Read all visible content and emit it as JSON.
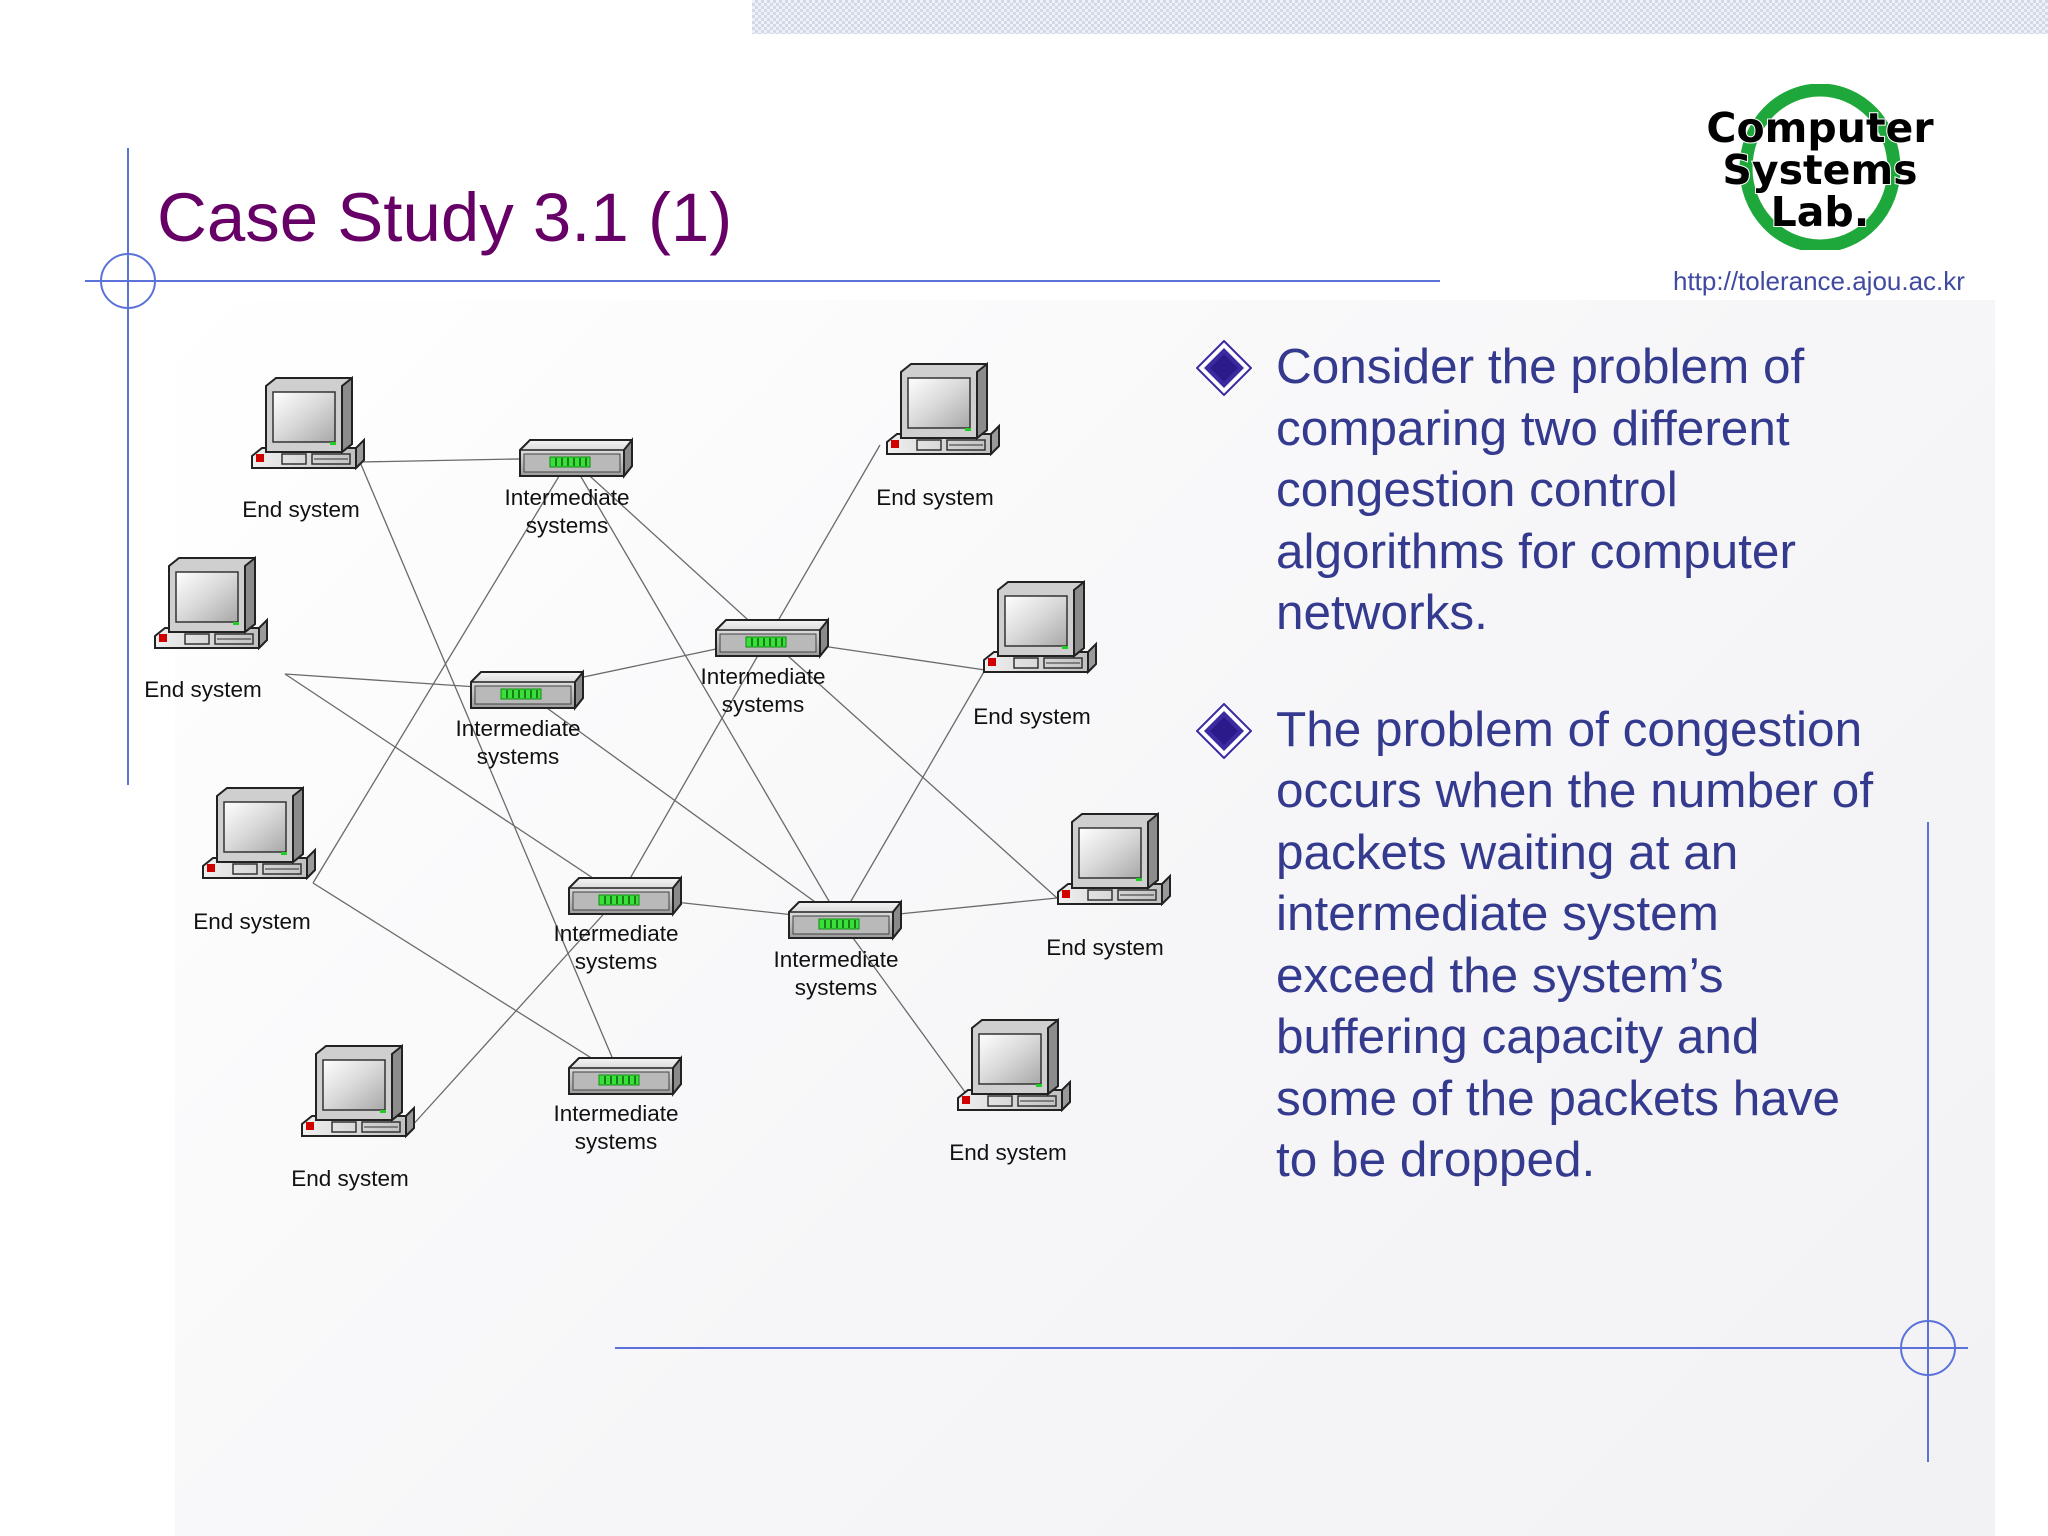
{
  "slide": {
    "title": "Case Study 3.1 (1)",
    "url": "http://tolerance.ajou.ac.kr",
    "logo": {
      "lines": [
        "Computer",
        "Systems",
        "Lab."
      ],
      "ring_color": "#1ea83c"
    }
  },
  "colors": {
    "title": "#660066",
    "body_text": "#343a8e",
    "url": "#3f4aa0",
    "rule": "#5b72d8",
    "bullet": "#3a2ba0"
  },
  "diagram": {
    "nodes": [
      {
        "id": "es1",
        "type": "end-system",
        "label": [
          "End system"
        ]
      },
      {
        "id": "es2",
        "type": "end-system",
        "label": [
          "End system"
        ]
      },
      {
        "id": "es3",
        "type": "end-system",
        "label": [
          "End system"
        ]
      },
      {
        "id": "es4",
        "type": "end-system",
        "label": [
          "End system"
        ]
      },
      {
        "id": "es5",
        "type": "end-system",
        "label": [
          "End system"
        ]
      },
      {
        "id": "es6",
        "type": "end-system",
        "label": [
          "End system"
        ]
      },
      {
        "id": "es7",
        "type": "end-system",
        "label": [
          "End system"
        ]
      },
      {
        "id": "es8",
        "type": "end-system",
        "label": [
          "End system"
        ]
      },
      {
        "id": "is1",
        "type": "intermediate-system",
        "label": [
          "Intermediate",
          "systems"
        ]
      },
      {
        "id": "is2",
        "type": "intermediate-system",
        "label": [
          "Intermediate",
          "systems"
        ]
      },
      {
        "id": "is3",
        "type": "intermediate-system",
        "label": [
          "Intermediate",
          "systems"
        ]
      },
      {
        "id": "is4",
        "type": "intermediate-system",
        "label": [
          "Intermediate",
          "systems"
        ]
      },
      {
        "id": "is5",
        "type": "intermediate-system",
        "label": [
          "Intermediate",
          "systems"
        ]
      },
      {
        "id": "is6",
        "type": "intermediate-system",
        "label": [
          "Intermediate",
          "systems"
        ]
      }
    ],
    "links": [
      [
        "es1",
        "is1"
      ],
      [
        "es1",
        "is6"
      ],
      [
        "es2",
        "is2"
      ],
      [
        "es2",
        "is4"
      ],
      [
        "es3",
        "is1"
      ],
      [
        "es3",
        "is6"
      ],
      [
        "es4",
        "is4"
      ],
      [
        "is1",
        "is3"
      ],
      [
        "is1",
        "is5"
      ],
      [
        "is2",
        "is3"
      ],
      [
        "is2",
        "is5"
      ],
      [
        "is3",
        "es5"
      ],
      [
        "is3",
        "es6"
      ],
      [
        "is3",
        "es7"
      ],
      [
        "is3",
        "is4"
      ],
      [
        "is4",
        "is5"
      ],
      [
        "is5",
        "es6"
      ],
      [
        "is5",
        "es7"
      ],
      [
        "is5",
        "es8"
      ]
    ]
  },
  "bullets": [
    {
      "lines": [
        "Consider the problem of",
        "comparing two different",
        "congestion control",
        "algorithms for computer",
        "networks."
      ]
    },
    {
      "lines": [
        "The problem of congestion",
        "occurs when the number of",
        "packets waiting at an",
        "intermediate system",
        "exceed the system’s",
        "buffering capacity and",
        "some of the packets have",
        "to be dropped."
      ]
    }
  ]
}
